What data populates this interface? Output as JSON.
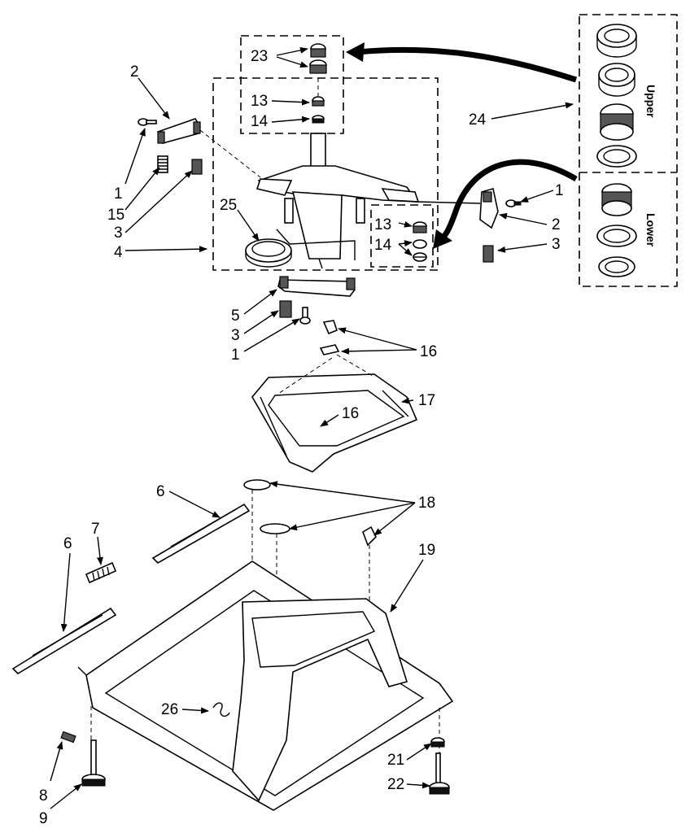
{
  "callouts": {
    "c1": "1",
    "c2": "2",
    "c3": "3",
    "c4": "4",
    "c5": "5",
    "c6": "6",
    "c7": "7",
    "c8": "8",
    "c9": "9",
    "c13": "13",
    "c14": "14",
    "c15": "15",
    "c16": "16",
    "c17": "17",
    "c18": "18",
    "c19": "19",
    "c21": "21",
    "c22": "22",
    "c23": "23",
    "c24": "24",
    "c25": "25",
    "c26": "26"
  },
  "bearing_panel": {
    "upper_label": "Upper",
    "lower_label": "Lower"
  }
}
